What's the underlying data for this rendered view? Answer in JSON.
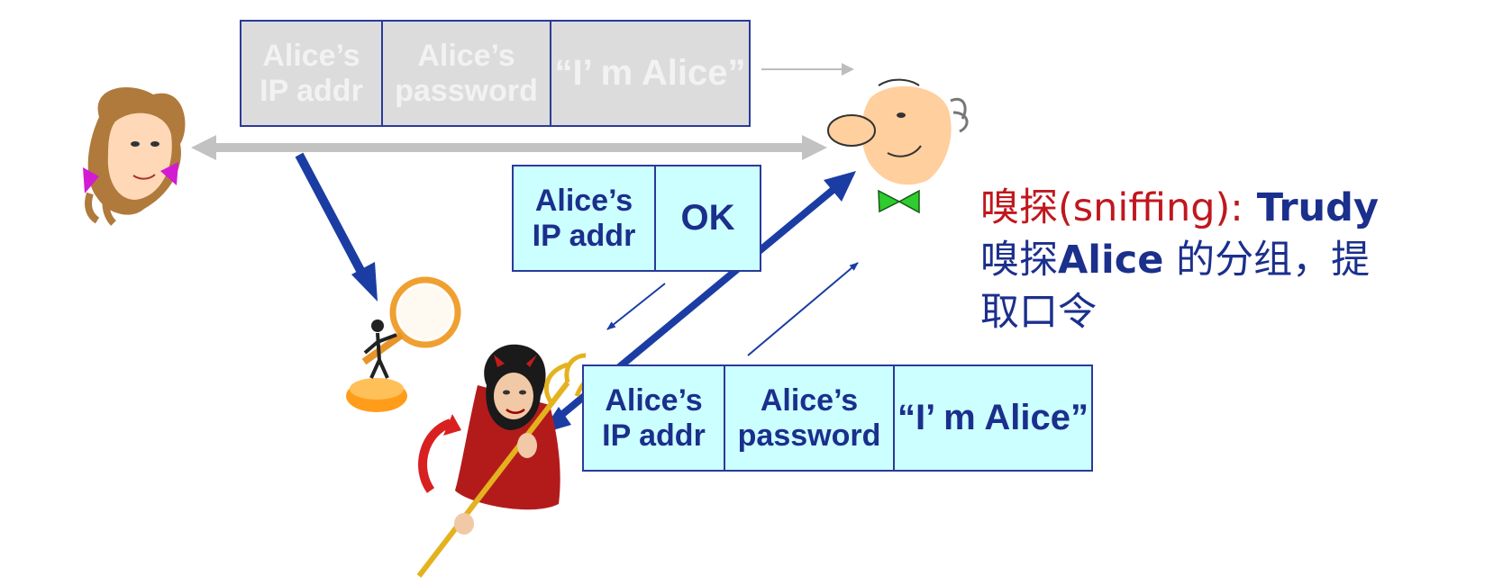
{
  "packets": {
    "top": {
      "fields": [
        "Alice’s\nIP addr",
        "Alice’s\npassword",
        "“I’ m Alice”"
      ]
    },
    "middle": {
      "fields": [
        "Alice’s\nIP addr",
        "OK"
      ]
    },
    "bottom": {
      "fields": [
        "Alice’s\nIP addr",
        "Alice’s\npassword",
        "“I’ m Alice”"
      ]
    }
  },
  "caption": {
    "line1_red": "嗅探(sniffing):",
    "line1_blue": " Trudy",
    "line2_plain": "嗅探",
    "line2_bold": "Alice",
    "line2_rest": " 的分组，提",
    "line3": "取口令"
  },
  "colors": {
    "accent_blue": "#1b3da3",
    "caption_red": "#c0171e",
    "packet_live_bg": "#ccffff",
    "packet_faded_bg": "#dcdcdc",
    "channel_gray": "#c2c2c2"
  },
  "icons": [
    "alice-icon",
    "bob-icon",
    "trudy-icon",
    "magnifier-sniffer-icon"
  ]
}
